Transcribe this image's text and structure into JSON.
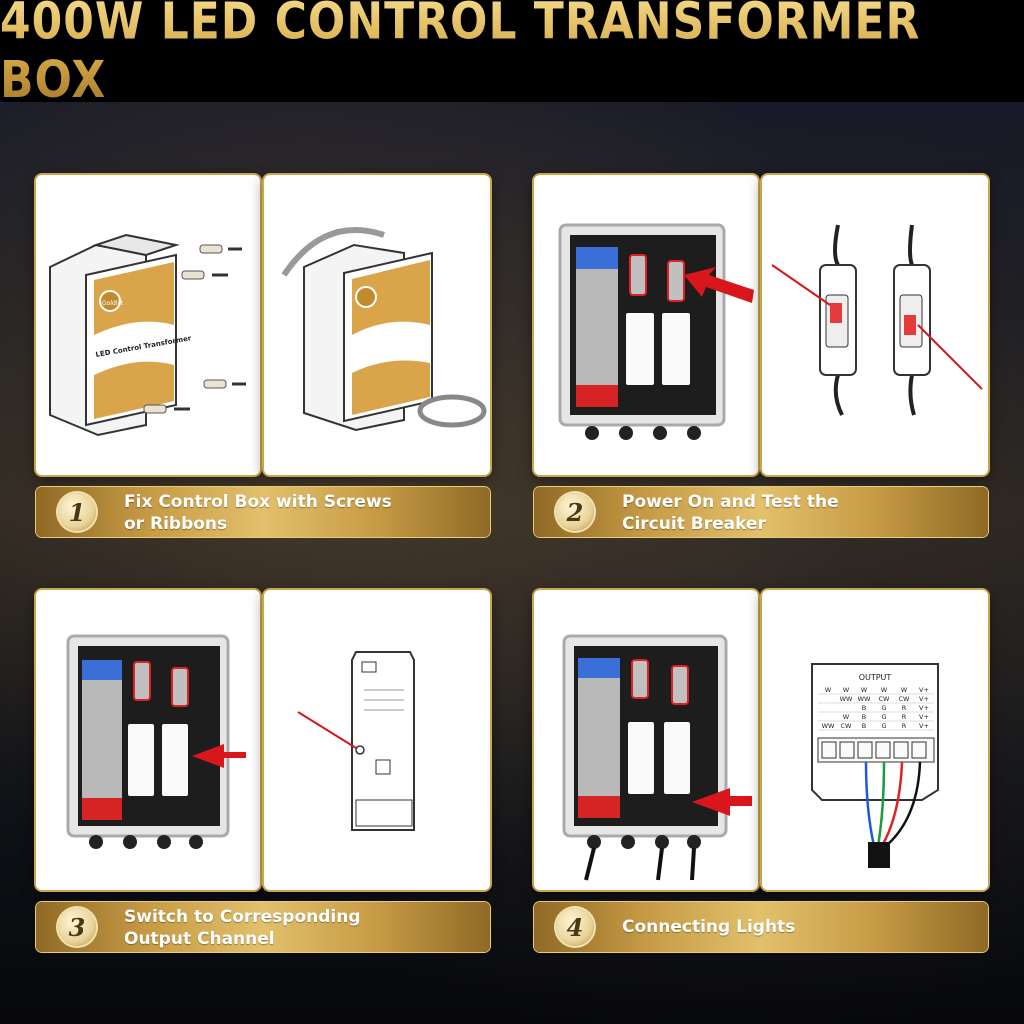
{
  "title": "400W LED CONTROL TRANSFORMER BOX",
  "steps": [
    {
      "number": "1",
      "line1": "Fix Control Box with Screws",
      "line2": "or Ribbons"
    },
    {
      "number": "2",
      "line1": "Power On and Test the",
      "line2": "Circuit Breaker"
    },
    {
      "number": "3",
      "line1": "Switch to Corresponding",
      "line2": "Output Channel"
    },
    {
      "number": "4",
      "line1": "Connecting Lights",
      "line2": ""
    }
  ],
  "box_label": {
    "brand": "Goldlilt",
    "name": "LED Control Transformer"
  },
  "output_table": {
    "header": "OUTPUT",
    "rows": [
      [
        "W",
        "W",
        "W",
        "W",
        "W",
        "V+"
      ],
      [
        "",
        "WW",
        "WW",
        "CW",
        "CW",
        "V+"
      ],
      [
        "",
        "",
        "B",
        "G",
        "R",
        "V+"
      ],
      [
        "",
        "W",
        "B",
        "G",
        "R",
        "V+"
      ],
      [
        "WW",
        "CW",
        "B",
        "G",
        "R",
        "V+"
      ]
    ]
  },
  "colors": {
    "gold": "#c9a64b",
    "arrow_red": "#d9161c",
    "caption_text": "#ffffff"
  }
}
